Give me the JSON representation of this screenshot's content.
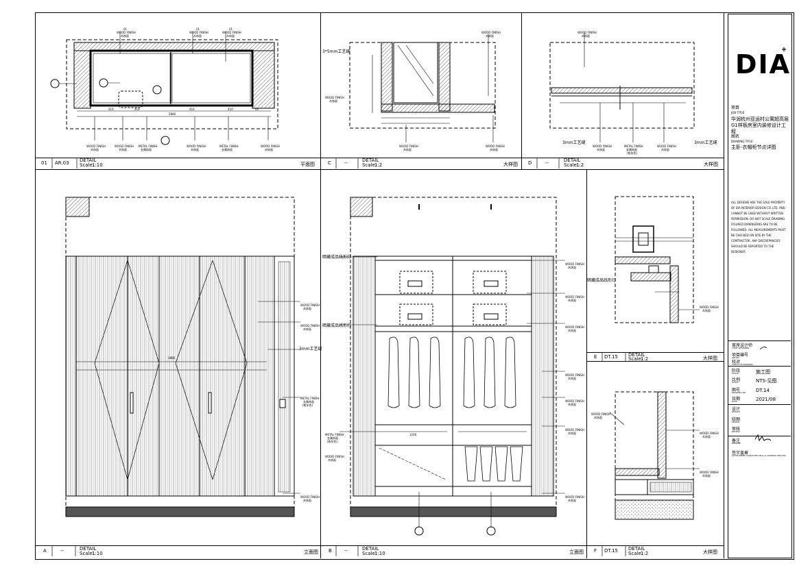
{
  "views": {
    "v01": {
      "no": "01",
      "ref": "AR.03",
      "title": "DETAIL",
      "scale_label": "Scale:",
      "scale": "1:10",
      "name": "平面图"
    },
    "vC": {
      "no": "C",
      "ref": "--",
      "title": "DETAIL",
      "scale_label": "Scale:",
      "scale": "1:2",
      "name": "大样图"
    },
    "vD": {
      "no": "D",
      "ref": "--",
      "title": "DETAIL",
      "scale_label": "Scale:",
      "scale": "1:2",
      "name": "大样图"
    },
    "vA": {
      "no": "A",
      "ref": "--",
      "title": "DETAIL",
      "scale_label": "Scale:",
      "scale": "1:10",
      "name": "立面图"
    },
    "vB": {
      "no": "B",
      "ref": "--",
      "title": "DETAIL",
      "scale_label": "Scale:",
      "scale": "1:10",
      "name": "立面图"
    },
    "vE": {
      "no": "E",
      "ref": "DT.15",
      "title": "DETAIL",
      "scale_label": "Scale:",
      "scale": "1:2",
      "name": "大样图"
    },
    "vF": {
      "no": "F",
      "ref": "DT.15",
      "title": "DETAIL",
      "scale_label": "Scale:",
      "scale": "1:2",
      "name": "大样图"
    }
  },
  "annotations": {
    "wood_en": "WOOD FINISH",
    "wood_cn": "木饰面",
    "metal_en": "METAL FINISH",
    "metal_cn": "金属饰面",
    "groove_3mm": "3mm工艺缝",
    "groove_35mm": "3*5mm工艺缝",
    "led": "暗藏成品线形灯",
    "gun_color": "(枪灰色)",
    "dim_total": "2880",
    "dim_410": "410",
    "dim_416": "416",
    "dim_65": "65",
    "dim_1200": "1200",
    "code": "01"
  },
  "title_block": {
    "logo": "DIA",
    "project_cn": "项目",
    "project_en": "JOB TITLE",
    "project_name": "华润杭州亚运村公寓超高层G1样板房室内装修设计工程",
    "drawing_title_cn": "图名",
    "drawing_title_en": "DRAWING TITLE",
    "drawing_title": "主卧-衣帽柜节点详图",
    "notes": "ALL DESIGNS ARE THE SOLE PROPERTY OF DIA INTERIOR DESIGN CO.,LTD. AND CANNOT BE USED WITHOUT WRITTEN PERMISSION. DO NOT SCALE DRAWING. FIGURED DIMENSIONS ARE TO BE FOLLOWED. ALL MEASUREMENTS MUST BE CHECKED ON SITE BY THE CONTRACTOR. ANY DISCREPANCIES SHOULD BE REPORTED TO THE DESIGNER.",
    "rows": [
      {
        "cn": "首席设计师",
        "en": "CHIEF DESIGNER",
        "value": ""
      },
      {
        "cn": "项目编号",
        "en": "JOB NO",
        "value": ""
      },
      {
        "cn": "校对",
        "en": "CHECK OF DRAWING",
        "value": ""
      },
      {
        "cn": "阶段",
        "en": "STAGE",
        "value": "施工图"
      },
      {
        "cn": "比例",
        "en": "SCALE",
        "value": "NTS-见图"
      },
      {
        "cn": "图号",
        "en": "DRAWING NO",
        "value": "DT.14"
      },
      {
        "cn": "日期",
        "en": "DATE",
        "value": "2021/08"
      },
      {
        "cn": "设计",
        "en": "DESIGN",
        "value": ""
      },
      {
        "cn": "绘图",
        "en": "DRAWN",
        "value": ""
      },
      {
        "cn": "审核",
        "en": "REVIEW",
        "value": ""
      },
      {
        "cn": "备注",
        "en": "REMARK",
        "value": ""
      },
      {
        "cn": "签字盖章",
        "en": "AUTHORIZED SIGNATURE SEAL & COMPANY PECHOP",
        "value": ""
      }
    ]
  }
}
